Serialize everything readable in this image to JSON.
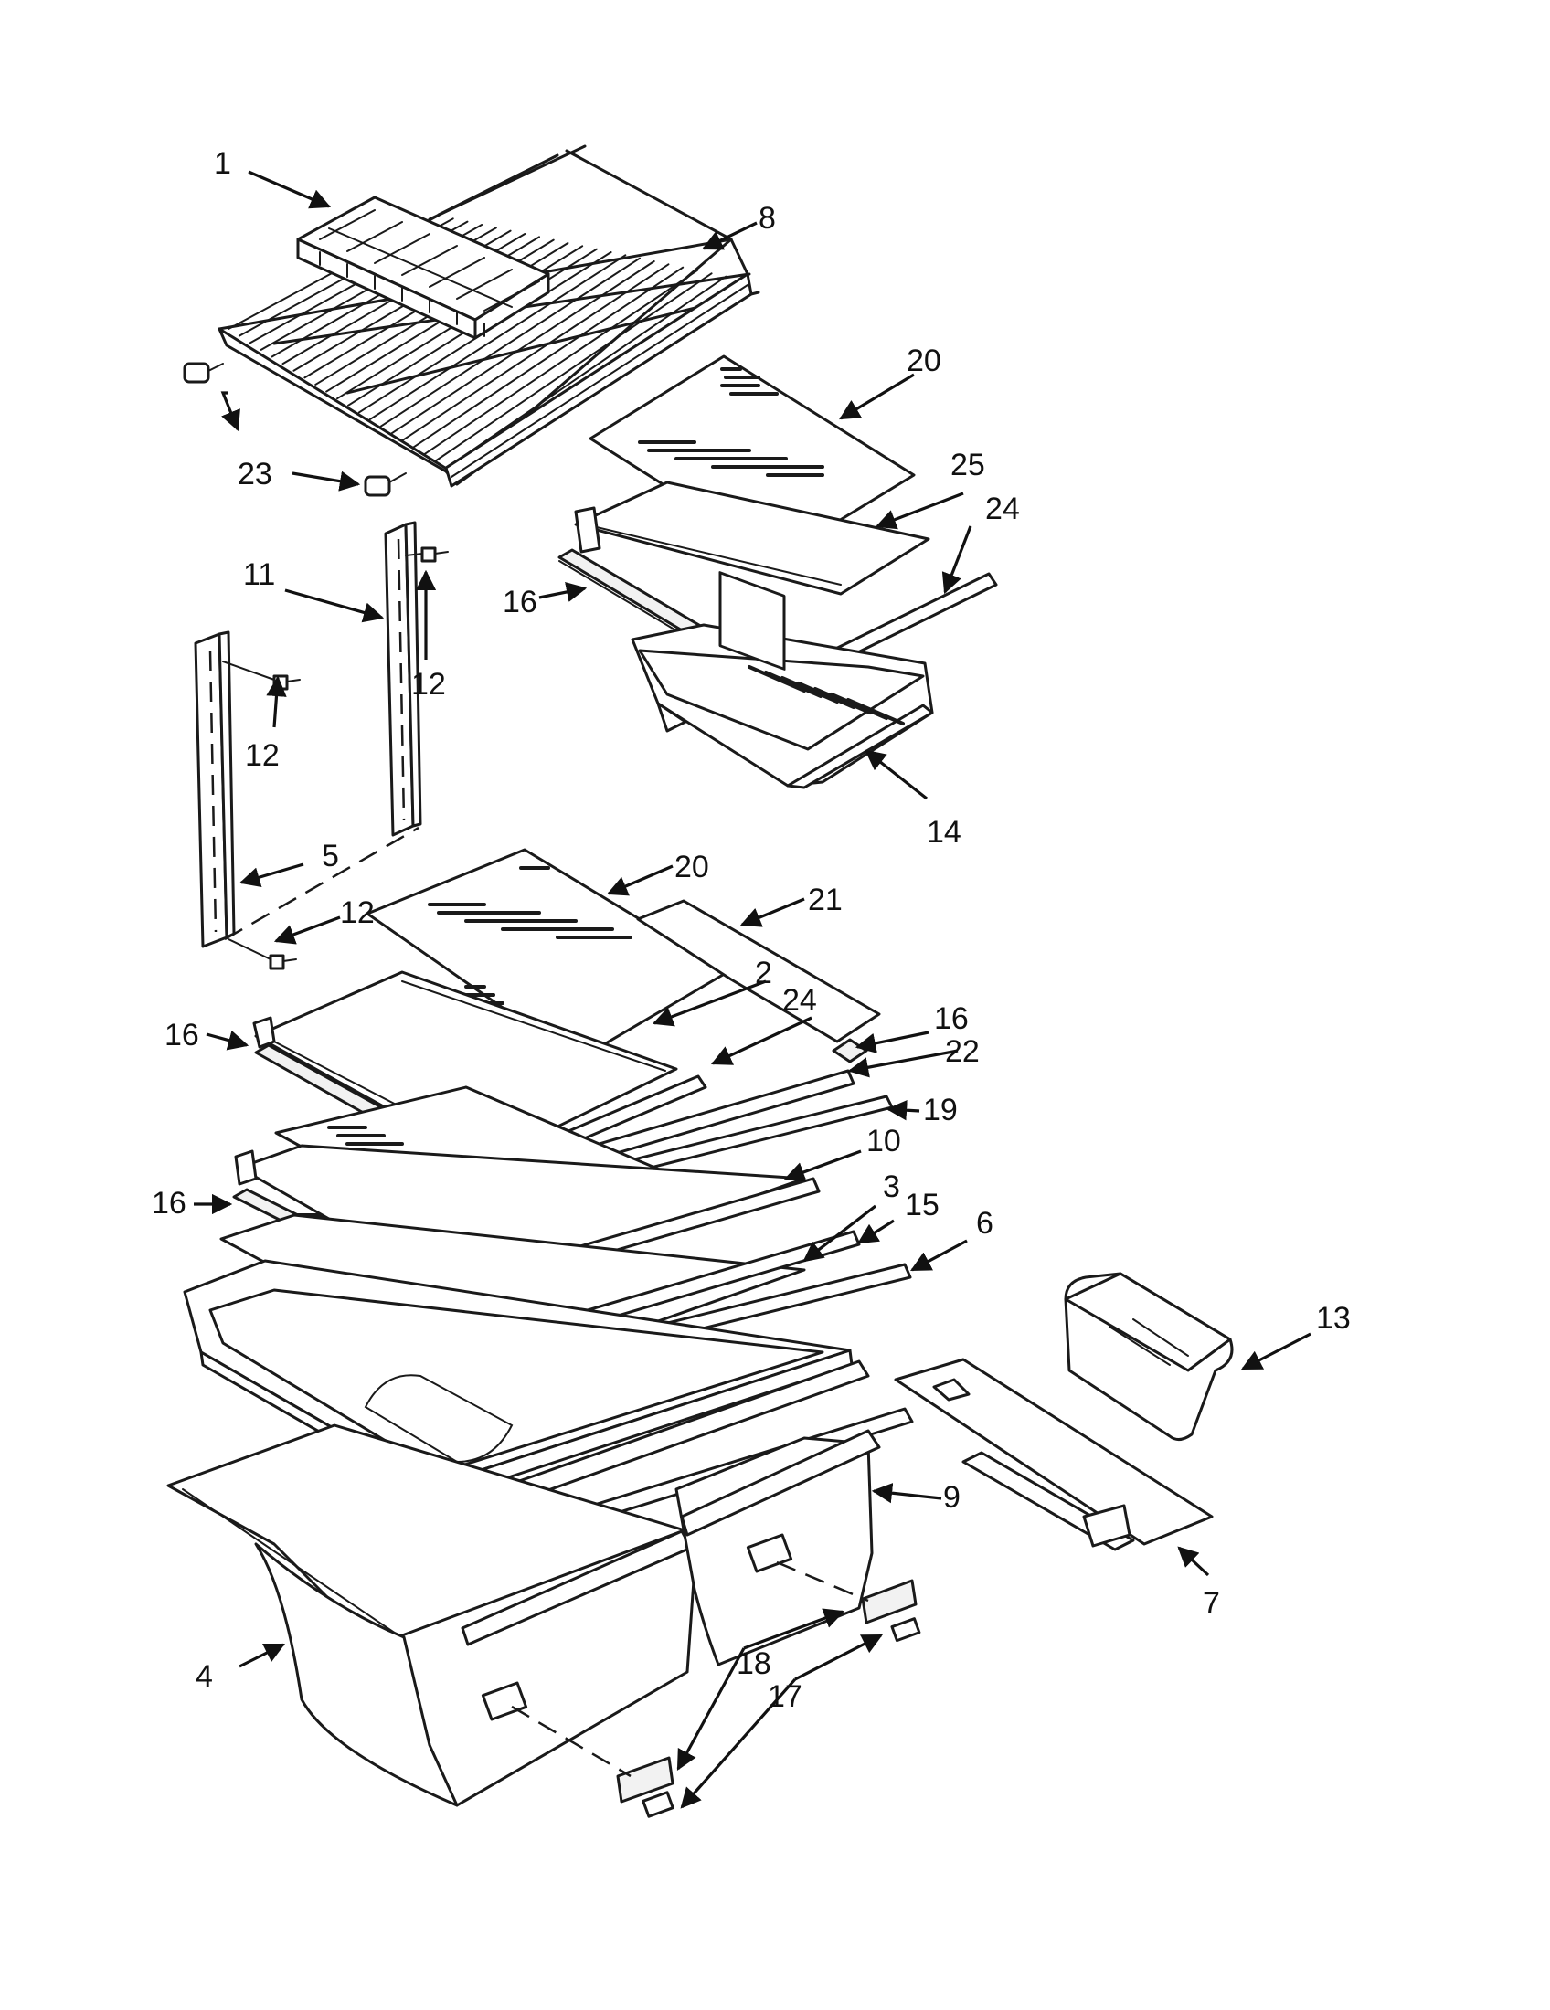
{
  "callouts": [
    {
      "id": "c1",
      "text": "1"
    },
    {
      "id": "c8",
      "text": "8"
    },
    {
      "id": "c20a",
      "text": "20"
    },
    {
      "id": "c23",
      "text": "23"
    },
    {
      "id": "c25",
      "text": "25"
    },
    {
      "id": "c24a",
      "text": "24"
    },
    {
      "id": "c11",
      "text": "11"
    },
    {
      "id": "c16a",
      "text": "16"
    },
    {
      "id": "c12a",
      "text": "12"
    },
    {
      "id": "c12b",
      "text": "12"
    },
    {
      "id": "c14",
      "text": "14"
    },
    {
      "id": "c5",
      "text": "5"
    },
    {
      "id": "c20b",
      "text": "20"
    },
    {
      "id": "c21",
      "text": "21"
    },
    {
      "id": "c12c",
      "text": "12"
    },
    {
      "id": "c2",
      "text": "2"
    },
    {
      "id": "c24b",
      "text": "24"
    },
    {
      "id": "c16b",
      "text": "16"
    },
    {
      "id": "c16c",
      "text": "16"
    },
    {
      "id": "c22",
      "text": "22"
    },
    {
      "id": "c19",
      "text": "19"
    },
    {
      "id": "c10",
      "text": "10"
    },
    {
      "id": "c3",
      "text": "3"
    },
    {
      "id": "c15",
      "text": "15"
    },
    {
      "id": "c6",
      "text": "6"
    },
    {
      "id": "c16d",
      "text": "16"
    },
    {
      "id": "c13",
      "text": "13"
    },
    {
      "id": "c9",
      "text": "9"
    },
    {
      "id": "c7",
      "text": "7"
    },
    {
      "id": "c4",
      "text": "4"
    },
    {
      "id": "c18",
      "text": "18"
    },
    {
      "id": "c17",
      "text": "17"
    }
  ]
}
